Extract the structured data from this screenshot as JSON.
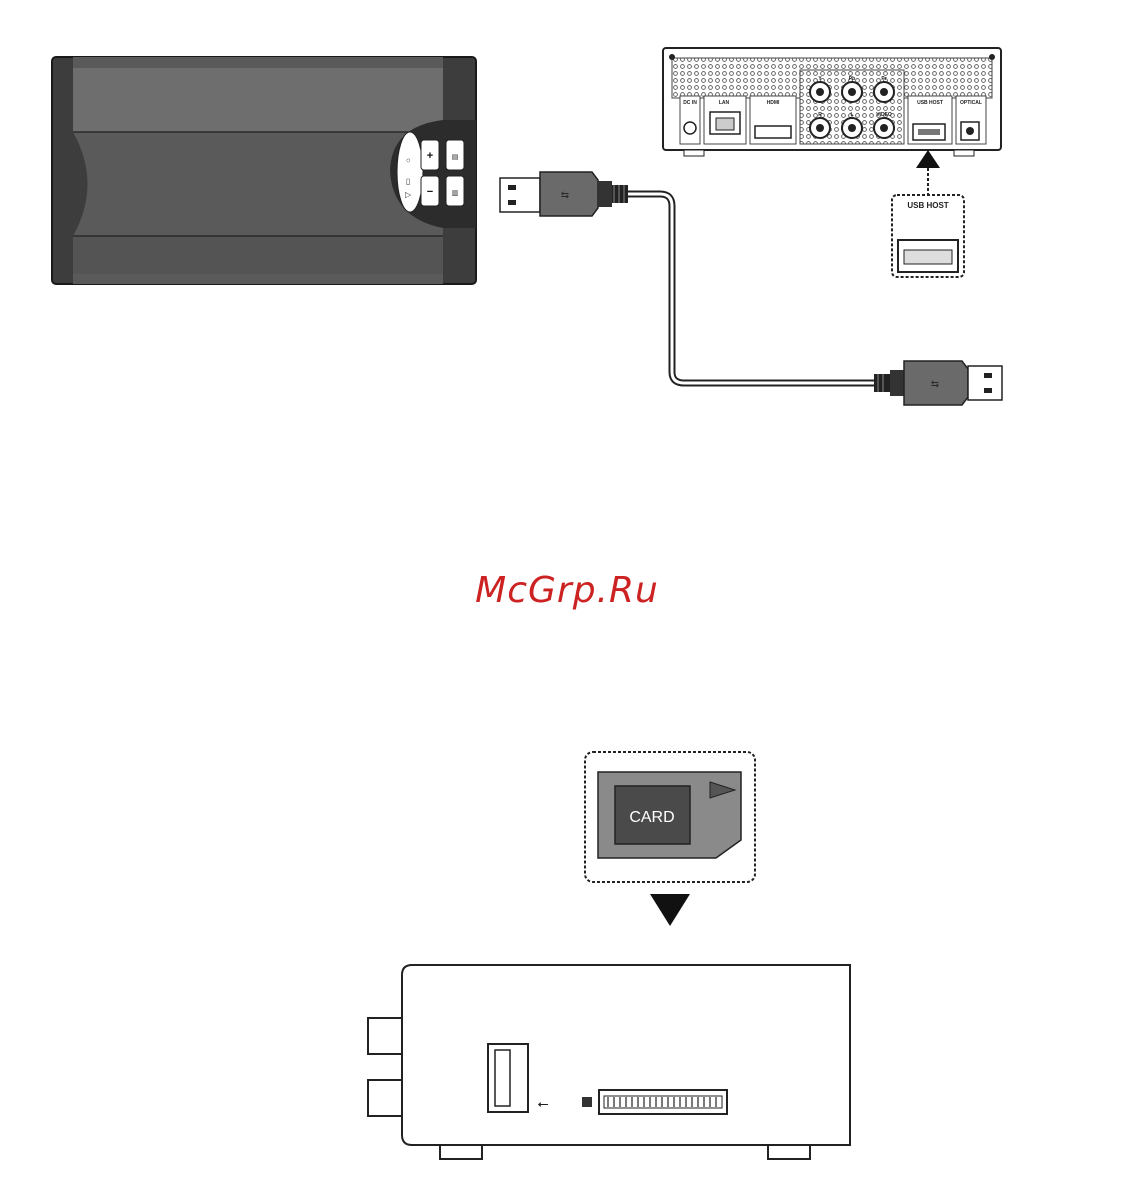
{
  "watermark": {
    "text": "McGrp.Ru",
    "color": "#cc2222"
  },
  "top_diagram": {
    "usb_host_label": "USB HOST",
    "player_rear_labels": {
      "lan": "LAN",
      "hdmi": "HDMI",
      "usb_host": "USB HOST",
      "optical": "OPTICAL",
      "dc_in": "DC IN",
      "y": "Y",
      "pb": "Pb",
      "pr": "Pr",
      "r": "R",
      "l": "L",
      "video": "VIDEO"
    }
  },
  "bottom_diagram": {
    "card_label": "CARD"
  }
}
